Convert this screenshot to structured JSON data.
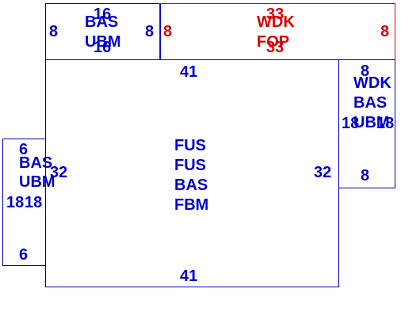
{
  "colors": {
    "blue": "#0000cc",
    "red": "#dd0000"
  },
  "top_left_box": {
    "top": "16",
    "bottom": "16",
    "left": "8",
    "right": "8",
    "line1": "BAS",
    "line2": "UBM"
  },
  "top_right_box": {
    "top": "33",
    "bottom": "33",
    "left": "8",
    "right": "8",
    "line1": "WDK",
    "line2": "FOP"
  },
  "center_box": {
    "top": "41",
    "bottom": "41",
    "left": "32",
    "right": "32",
    "line1": "FUS",
    "line2": "FUS",
    "line3": "BAS",
    "line4": "FBM"
  },
  "right_box": {
    "top": "8",
    "bottom": "8",
    "left": "18",
    "right": "18",
    "line1": "WDK",
    "line2": "BAS",
    "line3": "UBM"
  },
  "left_box": {
    "top": "6",
    "bottom": "6",
    "left": "18",
    "right": "18",
    "line1": "BAS",
    "line2": "UBM"
  }
}
